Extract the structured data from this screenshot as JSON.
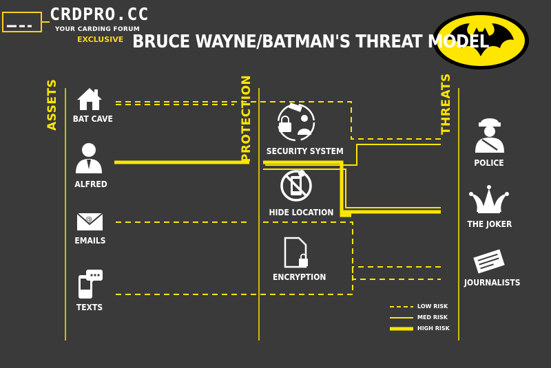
{
  "brand": {
    "name": "CRDPRO.CC",
    "tagline": "YOUR CARDING FORUM",
    "badge": "EXCLUSIVE"
  },
  "title": "BRUCE WAYNE/BATMAN'S THREAT MODEL",
  "columns": {
    "assets": "ASSETS",
    "protection": "PROTECTION",
    "threats": "THREATS"
  },
  "assets": [
    {
      "label": "BAT CAVE",
      "icon": "house-icon"
    },
    {
      "label": "ALFRED",
      "icon": "person-icon"
    },
    {
      "label": "EMAILS",
      "icon": "envelope-icon"
    },
    {
      "label": "TEXTS",
      "icon": "phone-chat-icon"
    }
  ],
  "protections": [
    {
      "label": "SECURITY SYSTEM",
      "icon": "camera-guard-icon"
    },
    {
      "label": "HIDE LOCATION",
      "icon": "no-location-icon"
    },
    {
      "label": "ENCRYPTION",
      "icon": "locked-file-icon"
    }
  ],
  "threats": [
    {
      "label": "POLICE",
      "icon": "police-icon"
    },
    {
      "label": "THE JOKER",
      "icon": "jester-hat-icon"
    },
    {
      "label": "JOURNALISTS",
      "icon": "newspaper-icon"
    }
  ],
  "legend": {
    "low": "LOW RISK",
    "med": "MED RISK",
    "high": "HIGH RISK"
  },
  "colors": {
    "background": "#3a3a3a",
    "accent": "#ffe600",
    "text": "#ffffff"
  }
}
